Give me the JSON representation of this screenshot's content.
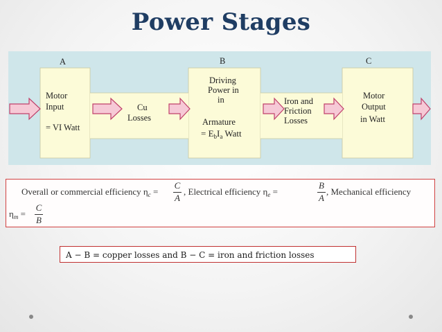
{
  "slide": {
    "title": "Power Stages"
  },
  "diagram": {
    "stage_a": "A",
    "stage_b": "B",
    "stage_c": "C",
    "motor_input_1": "Motor",
    "motor_input_2": "Input",
    "motor_input_3": "= VI Watt",
    "cu_losses_1": "Cu",
    "cu_losses_2": "Losses",
    "driving_1": "Driving",
    "driving_2": "Power in",
    "driving_3": "in",
    "armature_1": "Armature",
    "armature_eq": "= E",
    "armature_b": "b",
    "armature_i": "I",
    "armature_a": "a",
    "armature_watt": " Watt",
    "iron_1": "Iron and",
    "iron_2": "Friction",
    "iron_3": "Losses",
    "output_1": "Motor",
    "output_2": "Output",
    "output_3": "in Watt",
    "colors": {
      "panel": "#cfe6ea",
      "box": "#fcfbd8",
      "arrow_fill": "#f6c9d6",
      "arrow_stroke": "#c0406a"
    }
  },
  "formula": {
    "overall_label": "Overall or commercial efficiency η",
    "overall_sub": "c",
    "eq": " =",
    "c_num": "C",
    "a_den": "A",
    "electrical_label": ", Electrical efficiency η",
    "electrical_sub": "e",
    "b_num": "B",
    "mechanical_label": ", Mechanical efficiency",
    "eta_m": "η",
    "eta_m_sub": "m",
    "b_den": "B"
  },
  "losses": {
    "text": "A − B = copper losses and B − C = iron and friction losses"
  }
}
